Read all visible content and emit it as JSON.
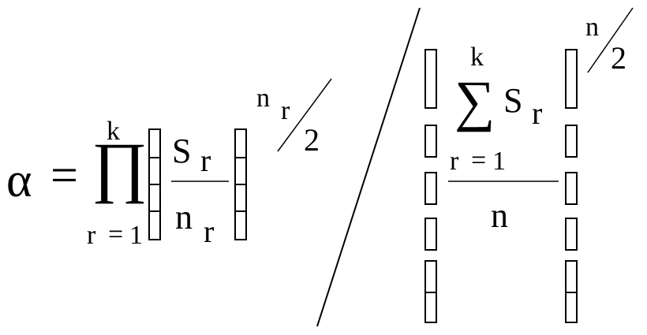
{
  "formula": {
    "lhs": "α",
    "equals": "=",
    "product": {
      "symbol": "∏",
      "upper": "k",
      "lower_var": "r",
      "lower_eq": "=",
      "lower_val": "1"
    },
    "left_fraction": {
      "num_main": "S",
      "num_sub": "r",
      "den_main": "n",
      "den_sub": "r"
    },
    "left_exponent": {
      "num_main": "n",
      "num_sub": "r",
      "den": "2"
    },
    "sum": {
      "symbol": "∑",
      "upper": "k",
      "term_main": "S",
      "term_sub": "r",
      "lower_var": "r",
      "lower_eq": "=",
      "lower_val": "1"
    },
    "right_denominator": "n",
    "right_exponent": {
      "num": "n",
      "den": "2"
    }
  }
}
